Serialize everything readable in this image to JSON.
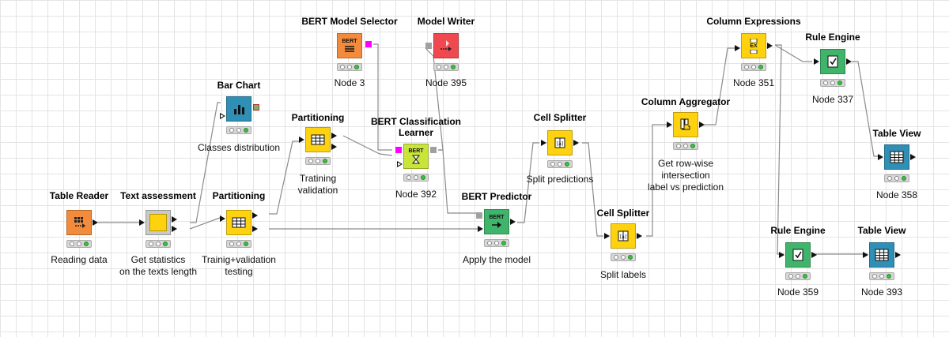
{
  "colors": {
    "reader": "#f28b3c",
    "manip": "#ffd20f",
    "learner": "#c9e43a",
    "predictor": "#3fb46a",
    "view": "#2f8fb5",
    "writer": "#f0484f",
    "bert_port": "#ff00ff",
    "model_port": "#a0a0a0"
  },
  "nodes": {
    "table_reader": {
      "title": "Table Reader",
      "label": "Reading data",
      "icon": "table-reader-icon"
    },
    "text_assessment": {
      "title": "Text assessment",
      "label": "Get statistics\non the texts length",
      "icon": "metanode-icon"
    },
    "bar_chart": {
      "title": "Bar Chart",
      "label": "Classes distribution",
      "icon": "bar-chart-icon"
    },
    "partitioning1": {
      "title": "Partitioning",
      "label": "Tratining\nvalidation",
      "icon": "partitioning-icon"
    },
    "partitioning2": {
      "title": "Partitioning",
      "label": "Trainig+validation\ntesting",
      "icon": "partitioning-icon"
    },
    "bert_selector": {
      "title": "BERT Model Selector",
      "label": "Node 3",
      "icon": "bert-selector-icon",
      "icon_text": "BERT"
    },
    "model_writer": {
      "title": "Model Writer",
      "label": "Node 395",
      "icon": "model-writer-icon"
    },
    "bert_learner": {
      "title": "BERT Classification\nLearner",
      "label": "Node 392",
      "icon": "bert-learner-icon",
      "icon_text": "BERT"
    },
    "bert_predictor": {
      "title": "BERT Predictor",
      "label": "Apply the model",
      "icon": "bert-predictor-icon",
      "icon_text": "BERT"
    },
    "cell_splitter1": {
      "title": "Cell Splitter",
      "label": "Split predictions",
      "icon": "cell-splitter-icon"
    },
    "cell_splitter2": {
      "title": "Cell Splitter",
      "label": "Split labels",
      "icon": "cell-splitter-icon"
    },
    "column_aggregator": {
      "title": "Column Aggregator",
      "label": "Get row-wise\nintersection\nlabel vs prediction",
      "icon": "column-aggregator-icon"
    },
    "column_expressions": {
      "title": "Column Expressions",
      "label": "Node 351",
      "icon": "column-expressions-icon",
      "icon_text": "EX"
    },
    "rule_engine1": {
      "title": "Rule Engine",
      "label": "Node 337",
      "icon": "rule-engine-icon"
    },
    "table_view1": {
      "title": "Table View",
      "label": "Node 358",
      "icon": "table-view-icon"
    },
    "rule_engine2": {
      "title": "Rule Engine",
      "label": "Node 359",
      "icon": "rule-engine-icon"
    },
    "table_view2": {
      "title": "Table View",
      "label": "Node 393",
      "icon": "table-view-icon"
    }
  }
}
